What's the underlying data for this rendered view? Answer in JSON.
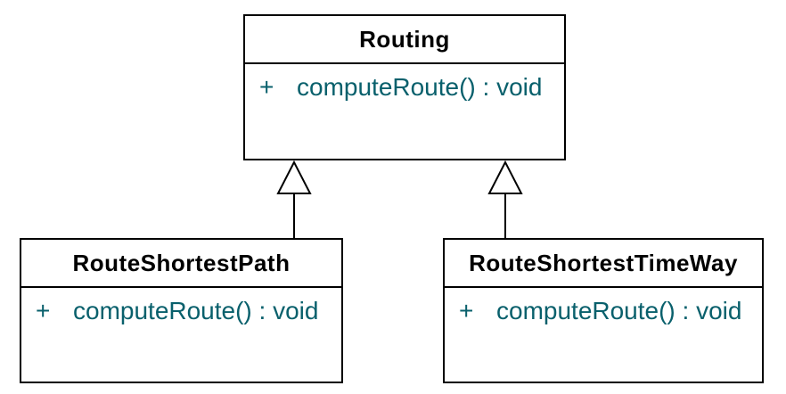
{
  "diagram": {
    "type": "uml-class-diagram",
    "colors": {
      "border": "#000000",
      "background": "#ffffff",
      "class_name_text": "#000000",
      "member_text": "#09606c"
    },
    "classes": [
      {
        "name": "Routing",
        "members": [
          {
            "visibility": "+",
            "signature": "computeRoute() : void"
          }
        ]
      },
      {
        "name": "RouteShortestPath",
        "members": [
          {
            "visibility": "+",
            "signature": "computeRoute() : void"
          }
        ]
      },
      {
        "name": "RouteShortestTimeWay",
        "members": [
          {
            "visibility": "+",
            "signature": "computeRoute() : void"
          }
        ]
      }
    ],
    "relations": [
      {
        "type": "generalization",
        "from": "RouteShortestPath",
        "to": "Routing"
      },
      {
        "type": "generalization",
        "from": "RouteShortestTimeWay",
        "to": "Routing"
      }
    ]
  }
}
